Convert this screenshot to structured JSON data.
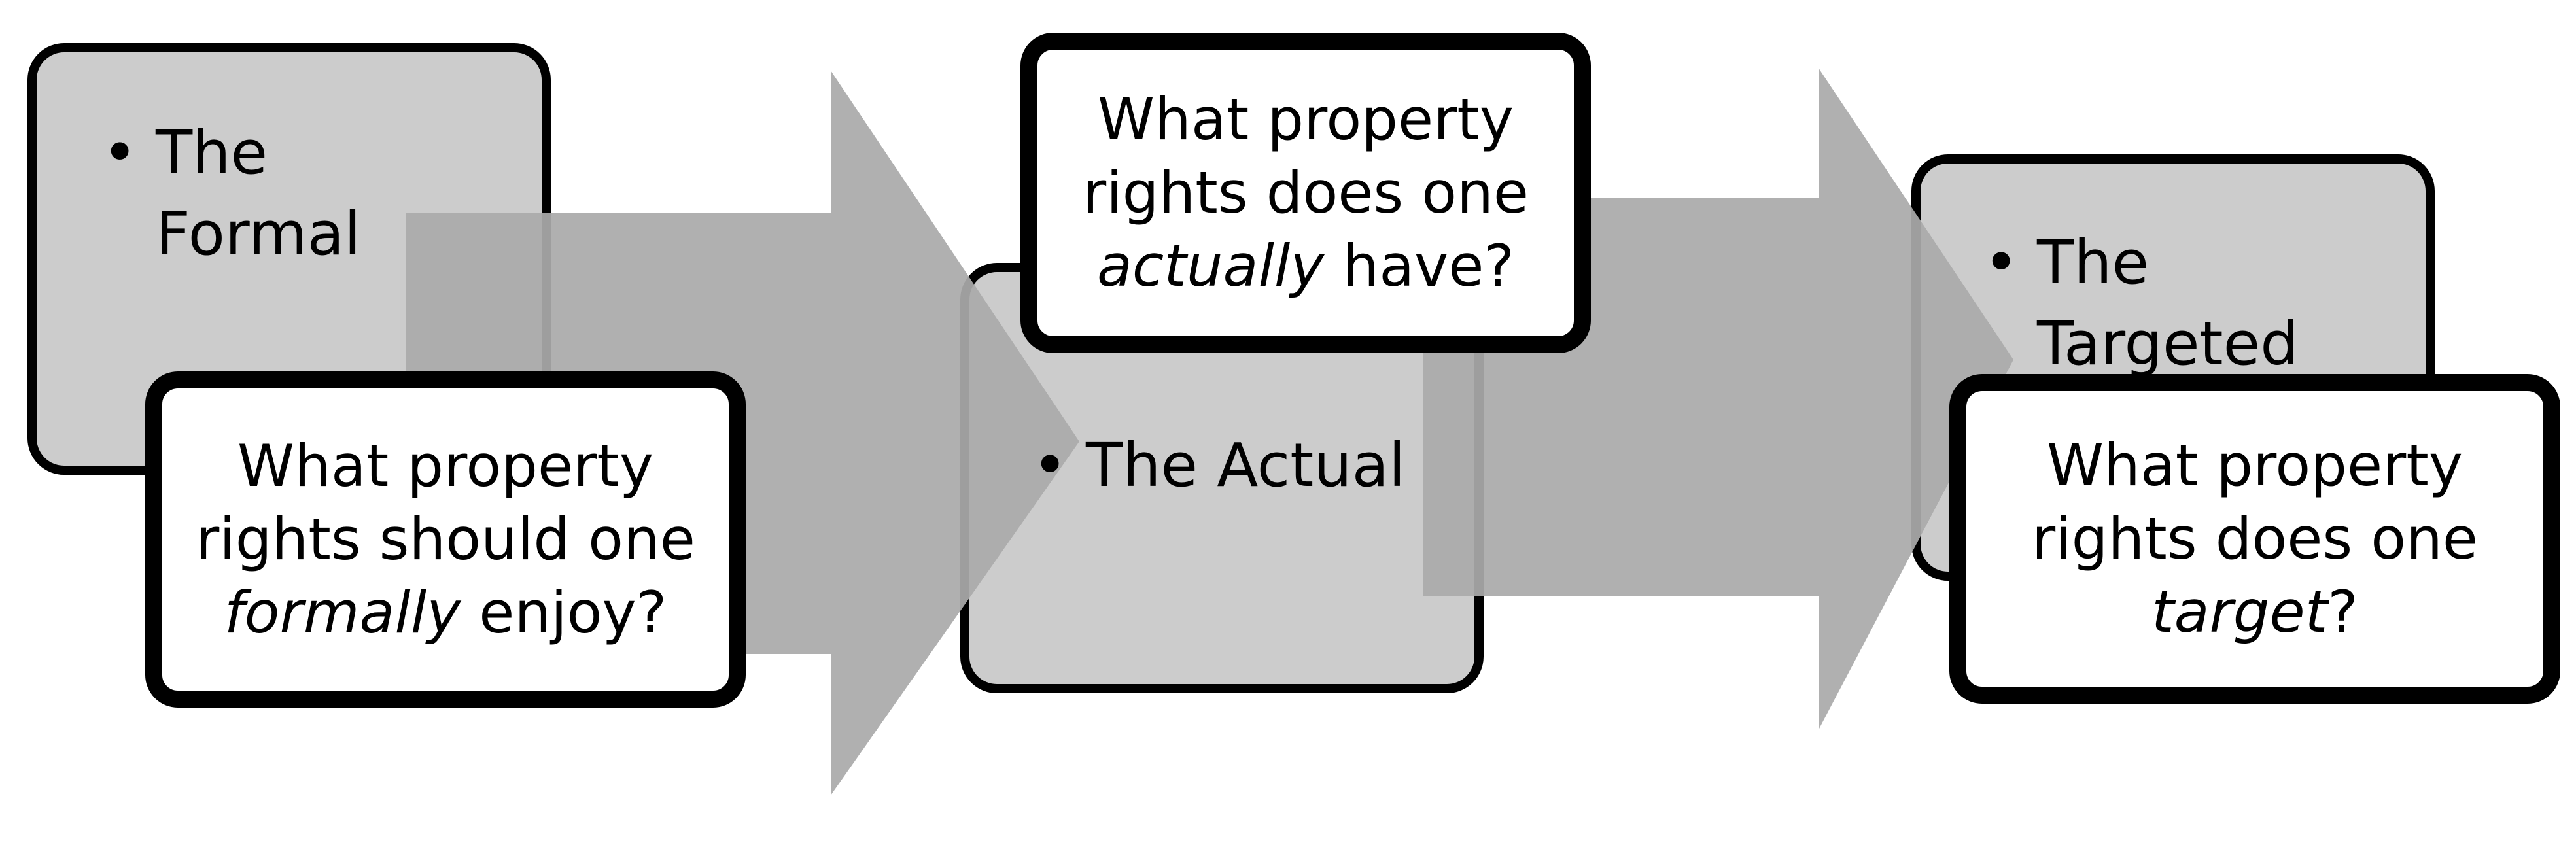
{
  "stages": [
    {
      "bullet": "•",
      "label_line1": "The",
      "label_line2": "Formal",
      "question_pre": "What property rights should one",
      "question_em": "formally",
      "question_post": "enjoy?"
    },
    {
      "bullet": "•",
      "label": "The Actual",
      "question_pre": "What property rights does one",
      "question_em": "actually",
      "question_post": "have?"
    },
    {
      "bullet": "•",
      "label_line1": "The",
      "label_line2": "Targeted",
      "question_pre": "What property rights does one",
      "question_em": "target",
      "question_post": "?"
    }
  ],
  "colors": {
    "arrow": "#aaaaaa",
    "stage_fill": "#cccccc",
    "outline": "#000000",
    "callout_fill": "#ffffff"
  }
}
